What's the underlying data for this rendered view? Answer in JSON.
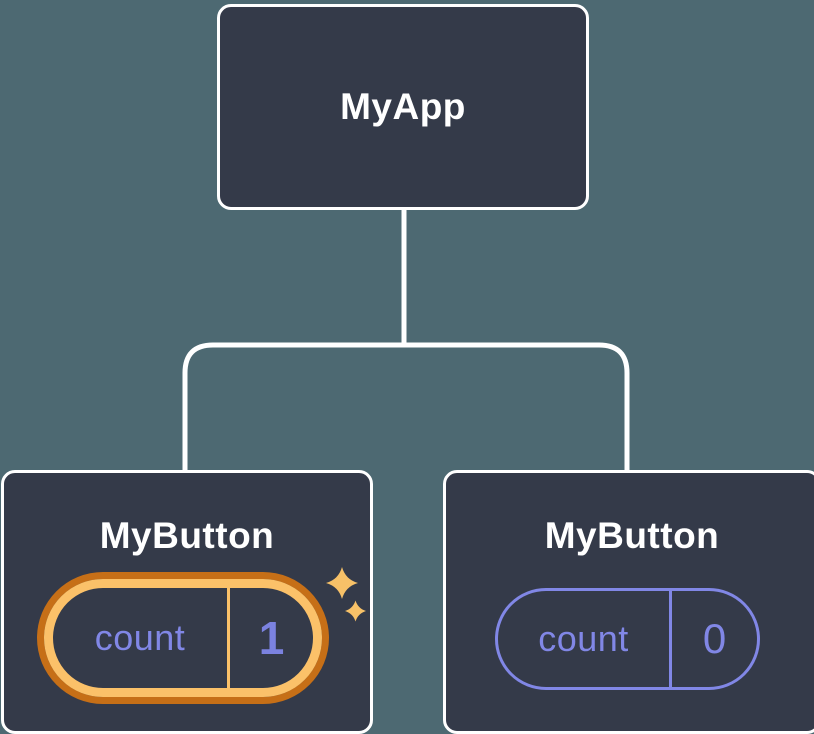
{
  "colors": {
    "background": "#4d6972",
    "node-fill": "#343a49",
    "node-border": "#ffffff",
    "text-primary": "#ffffff",
    "accent-purple": "#8187e6",
    "accent-purple-bold": "#7b82e0",
    "amber-light": "#fbc169",
    "amber-dark": "#c66f17",
    "sparkle": "#f7c168"
  },
  "diagram": {
    "type": "component-tree",
    "root": {
      "label": "MyApp"
    },
    "children": [
      {
        "label": "MyButton",
        "state": {
          "label": "count",
          "value": "1"
        },
        "highlighted": true,
        "icon": "sparkles-icon"
      },
      {
        "label": "MyButton",
        "state": {
          "label": "count",
          "value": "0"
        },
        "highlighted": false
      }
    ]
  }
}
